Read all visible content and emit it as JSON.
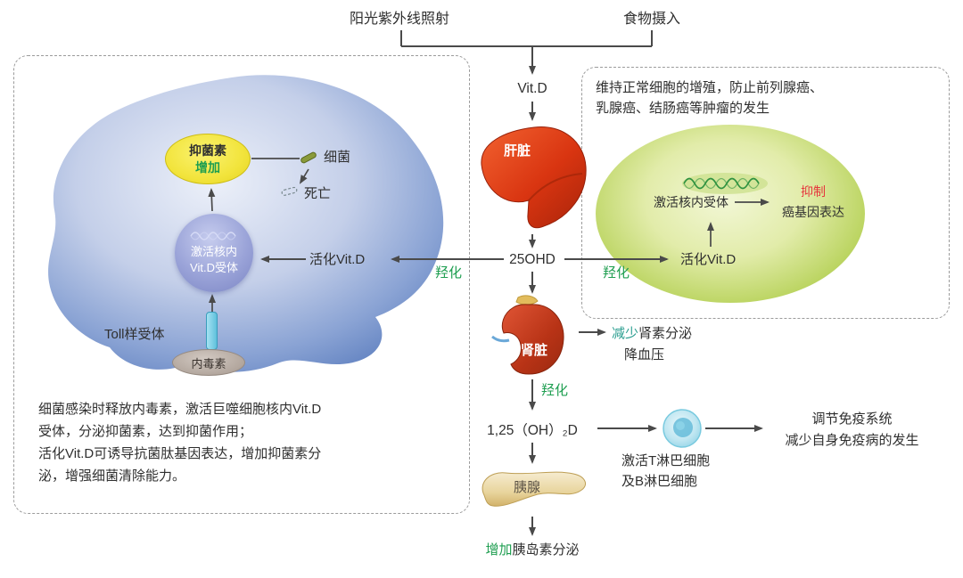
{
  "top": {
    "sunlight": "阳光紫外线照射",
    "food": "食物摄入"
  },
  "pathway": {
    "vitd": "Vit.D",
    "liver": "肝脏",
    "ohd25": "25OHD",
    "hydroxylation": "羟化",
    "kidney": "肾脏",
    "dihydroxy": "1,25（OH）₂D",
    "pancreas": "胰腺",
    "insulin_increase": "增加",
    "insulin_rest": "胰岛素分泌"
  },
  "left_panel": {
    "defensin": "抑菌素",
    "increase": "增加",
    "bacteria": "细菌",
    "death": "死亡",
    "receptor_line1": "激活核内",
    "receptor_line2": "Vit.D受体",
    "activated_vitd": "活化Vit.D",
    "toll_receptor": "Toll样受体",
    "endotoxin": "内毒素",
    "description": "细菌感染时释放内毒素，激活巨噬细胞核内Vit.D\n受体，分泌抑菌素，达到抑菌作用；\n活化Vit.D可诱导抗菌肽基因表达，增加抑菌素分\n泌，增强细菌清除能力。"
  },
  "right_panel": {
    "description": "维持正常细胞的增殖，防止前列腺癌、\n乳腺癌、结肠癌等肿瘤的发生",
    "nuclear_receptor": "激活核内受体",
    "inhibit": "抑制",
    "oncogene": "癌基因表达",
    "activated_vitd": "活化Vit.D"
  },
  "renal_effect": {
    "decrease": "减少",
    "renin": "肾素分泌",
    "blood_pressure": "降血压"
  },
  "immune_effect": {
    "t_cell": "激活T淋巴细胞",
    "b_cell": "及B淋巴细胞",
    "regulate": "调节免疫系统",
    "autoimmune": "减少自身免疫病的发生"
  },
  "colors": {
    "green": "#1e9e50",
    "teal": "#2a9d8f",
    "red": "#e6363d",
    "macrophage_blue": "#5578bb",
    "tumor_cell_green": "#93ba33",
    "defensin_yellow": "#f2e43c",
    "organ_red": "#d93511"
  }
}
